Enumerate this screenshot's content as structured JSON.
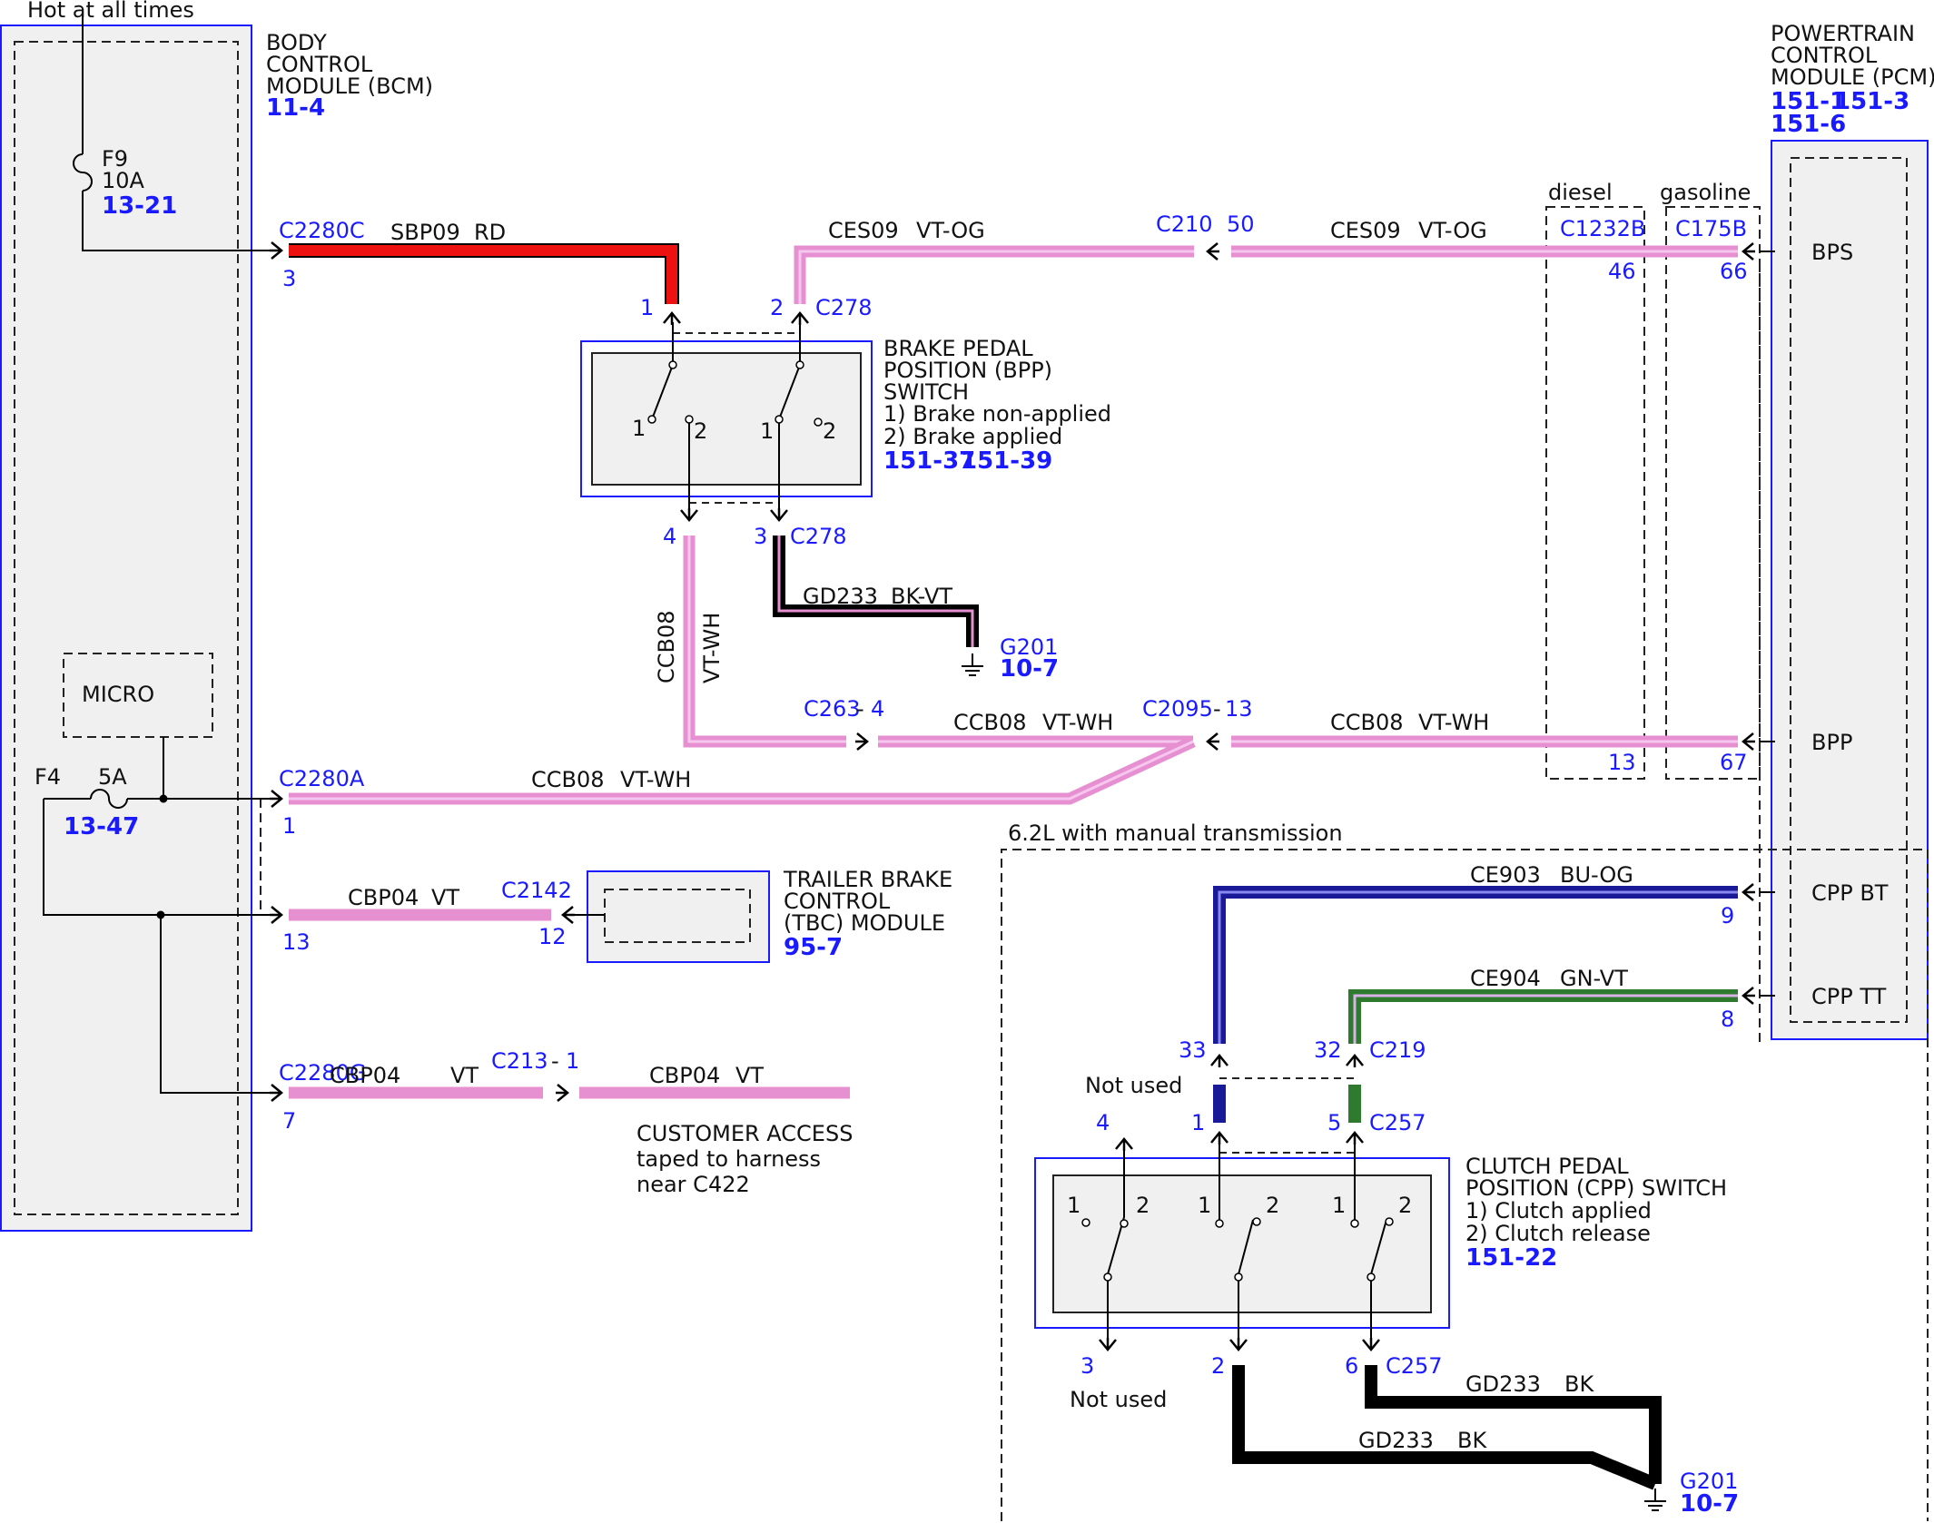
{
  "header": {
    "power_note": "Hot at all times"
  },
  "modules": {
    "bcm": {
      "lines": [
        "BODY",
        "CONTROL",
        "MODULE (BCM)"
      ],
      "ref": "11-4",
      "micro": "MICRO"
    },
    "pcm": {
      "lines": [
        "POWERTRAIN",
        "CONTROL",
        "MODULE (PCM)"
      ],
      "ref1": "151-1",
      "ref2": "151-3",
      "ref3": "151-6",
      "pins": {
        "bps": "BPS",
        "bpp": "BPP",
        "cpp_bt": "CPP BT",
        "cpp_tt": "CPP TT"
      }
    },
    "bpp_switch": {
      "lines": [
        "BRAKE PEDAL",
        "POSITION (BPP)",
        "SWITCH",
        "1) Brake non-applied",
        "2) Brake applied"
      ],
      "ref1": "151-37",
      "ref2": "151-39"
    },
    "tbc": {
      "lines": [
        "TRAILER BRAKE",
        "CONTROL",
        "(TBC) MODULE"
      ],
      "ref": "95-7"
    },
    "cpp_switch": {
      "lines": [
        "CLUTCH PEDAL",
        "POSITION (CPP) SWITCH",
        "1) Clutch applied",
        "2) Clutch release"
      ],
      "ref": "151-22"
    }
  },
  "fuses": {
    "f9": {
      "name": "F9",
      "rating": "10A",
      "ref": "13-21"
    },
    "f4": {
      "name": "F4",
      "rating": "5A",
      "ref": "13-47"
    }
  },
  "connectors": {
    "c2280c": "C2280C",
    "c2280a": "C2280A",
    "c2280g": "C2280G",
    "c278_top": "C278",
    "c278_bot": "C278",
    "c210": "C210",
    "c1232b": "C1232B",
    "c175b": "C175B",
    "c263": "C263",
    "c2095": "C2095",
    "c2142": "C2142",
    "c213": "C213",
    "c219": "C219",
    "c257_top": "C257",
    "c257_bot": "C257"
  },
  "pins": {
    "c2280c_3": "3",
    "c2280a_1": "1",
    "c2280a_13": "13",
    "c2280g_7": "7",
    "c278_1": "1",
    "c278_2": "2",
    "c278_4": "4",
    "c278_3": "3",
    "c210_50": "50",
    "c1232b_46": "46",
    "c175b_66": "66",
    "c263_4": "4",
    "c2095_13": "13",
    "c1232b_13": "13",
    "c175b_67": "67",
    "c2142_12": "12",
    "c213_1": "1",
    "pcm_9": "9",
    "pcm_8": "8",
    "c219_33": "33",
    "c219_32": "32",
    "c257_4": "4",
    "c257_1": "1",
    "c257_5": "5",
    "c257_3": "3",
    "c257_2": "2",
    "c257_6": "6",
    "hy_c263": "-",
    "hy_c2095": "-",
    "hy_c213": "-"
  },
  "wires": {
    "sbp09": {
      "circuit": "SBP09",
      "color": "RD"
    },
    "ces09_a": {
      "circuit": "CES09",
      "color": "VT-OG"
    },
    "ces09_b": {
      "circuit": "CES09",
      "color": "VT-OG"
    },
    "gd233_a": {
      "circuit": "GD233",
      "color": "BK-VT"
    },
    "ccb08_v": {
      "circuit": "CCB08",
      "color": "VT-WH"
    },
    "ccb08_b": {
      "circuit": "CCB08",
      "color": "VT-WH"
    },
    "ccb08_c": {
      "circuit": "CCB08",
      "color": "VT-WH"
    },
    "ccb08_a": {
      "circuit": "CCB08",
      "color": "VT-WH"
    },
    "cbp04_a": {
      "circuit": "CBP04",
      "color": "VT"
    },
    "cbp04_b": {
      "circuit": "CBP04",
      "color": "VT"
    },
    "cbp04_c": {
      "circuit": "CBP04",
      "color": "VT"
    },
    "ce903": {
      "circuit": "CE903",
      "color": "BU-OG"
    },
    "ce904": {
      "circuit": "CE904",
      "color": "GN-VT"
    },
    "gd233_b": {
      "circuit": "GD233",
      "color": "BK"
    },
    "gd233_c": {
      "circuit": "GD233",
      "color": "BK"
    }
  },
  "grounds": {
    "g201_a": {
      "name": "G201",
      "ref": "10-7"
    },
    "g201_b": {
      "name": "G201",
      "ref": "10-7"
    }
  },
  "groups": {
    "diesel": "diesel",
    "gasoline": "gasoline",
    "manual": "6.2L with manual transmission",
    "customer_access": [
      "CUSTOMER ACCESS",
      "taped to harness",
      "near C422"
    ],
    "not_used_top": "Not used",
    "not_used_bottom": "Not used"
  },
  "switch_positions": {
    "bpp_1": "1",
    "bpp_2": "2",
    "bpp_3": "1",
    "bpp_4": "2",
    "cpp_1": "1",
    "cpp_2": "2",
    "cpp_3": "1",
    "cpp_4": "2",
    "cpp_5": "1",
    "cpp_6": "2"
  },
  "colors": {
    "module_border": "#1a1aff",
    "module_fill": "#f0f0f0",
    "red": "#ee1111",
    "pink": "#e690d2",
    "pink_light": "#f6c6ee",
    "blue": "#1a1a99",
    "green": "#2e7a2e",
    "black": "#000000",
    "label_blue": "#1a1aff"
  }
}
